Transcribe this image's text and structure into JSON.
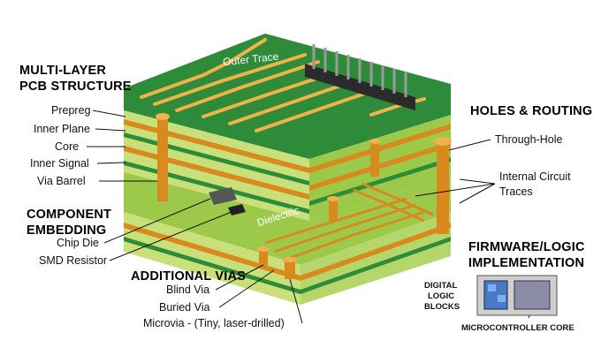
{
  "sections": {
    "multilayer": {
      "title_line1": "MULTI-LAYER",
      "title_line2": "PCB STRUCTURE"
    },
    "holes": {
      "title": "HOLES & ROUTING"
    },
    "embedding": {
      "title_line1": "COMPONENT",
      "title_line2": "EMBEDDING"
    },
    "vias": {
      "title": "ADDITIONAL VIAS"
    },
    "firmware": {
      "title_line1": "FIRMWARE/LOGIC",
      "title_line2": "IMPLEMENTATION"
    }
  },
  "layer_labels": [
    "Prepreg",
    "Inner Plane",
    "Core",
    "Inner Signal",
    "Via Barrel"
  ],
  "routing_labels": {
    "through_hole": "Through-Hole",
    "internal_line1": "Internal Circuit",
    "internal_line2": "Traces"
  },
  "embed_labels": {
    "chip_die": "Chip Die",
    "smd_resistor": "SMD Resistor"
  },
  "via_labels": {
    "blind": "Blind Via",
    "buried": "Buried Via",
    "microvia": "Microvia - (Tiny, laser-drilled)"
  },
  "board_labels": {
    "outer_trace": "Outer Trace",
    "dielectric": "Dielectric"
  },
  "firmware_labels": {
    "logic_line1": "DIGITAL",
    "logic_line2": "LOGIC",
    "logic_line3": "BLOCKS",
    "mcu": "MICROCONTROLLER CORE"
  },
  "colors": {
    "board_top": "#2e8b3a",
    "board_top_dark": "#1f6b2a",
    "prepreg": "#c9e07a",
    "copper": "#d98a1e",
    "copper_light": "#f0b24a",
    "core": "#e8f0b0",
    "dielectric": "#9cc94a"
  }
}
